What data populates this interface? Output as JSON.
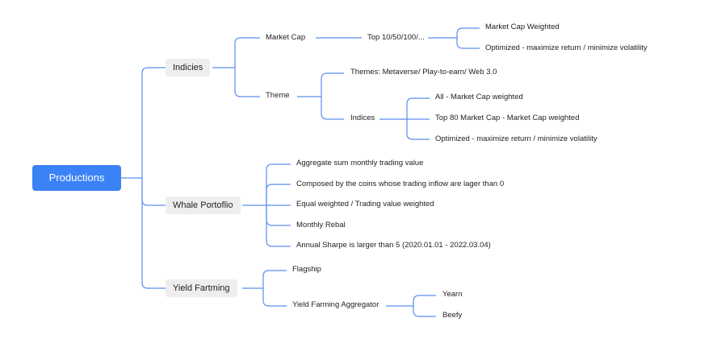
{
  "root": {
    "label": "Productions"
  },
  "indicies": {
    "label": "Indicies",
    "market_cap": {
      "label": "Market Cap",
      "top": {
        "label": "Top 10/50/100/...",
        "children": [
          "Market Cap Weighted",
          "Optimized - maximize return / minimize volatility"
        ]
      }
    },
    "theme": {
      "label": "Theme",
      "themes": "Themes: Metaverse/ Play-to-earn/ Web 3.0",
      "indices": {
        "label": "Indices",
        "children": [
          "All - Market Cap weighted",
          "Top 80 Market Cap - Market Cap weighted",
          "Optimized - maximize return / minimize volatility"
        ]
      }
    }
  },
  "whale": {
    "label": "Whale Portoflio",
    "children": [
      "Aggregate sum monthly trading value",
      "Composed by the coins whose trading inflow are lager than 0",
      "Equal weighted / Trading value weighted",
      "Monthly Rebal",
      "Annual Sharpe  is larger than 5 (2020.01.01 - 2022.03.04)"
    ]
  },
  "yield": {
    "label": "Yield Fartming",
    "flagship": "Flagship",
    "aggregator": {
      "label": "Yield Farming Aggregator",
      "children": [
        "Yearn",
        "Beefy"
      ]
    }
  },
  "colors": {
    "accent": "#3b82f6",
    "line": "#5b8def",
    "node_bg": "#eeeeee"
  }
}
